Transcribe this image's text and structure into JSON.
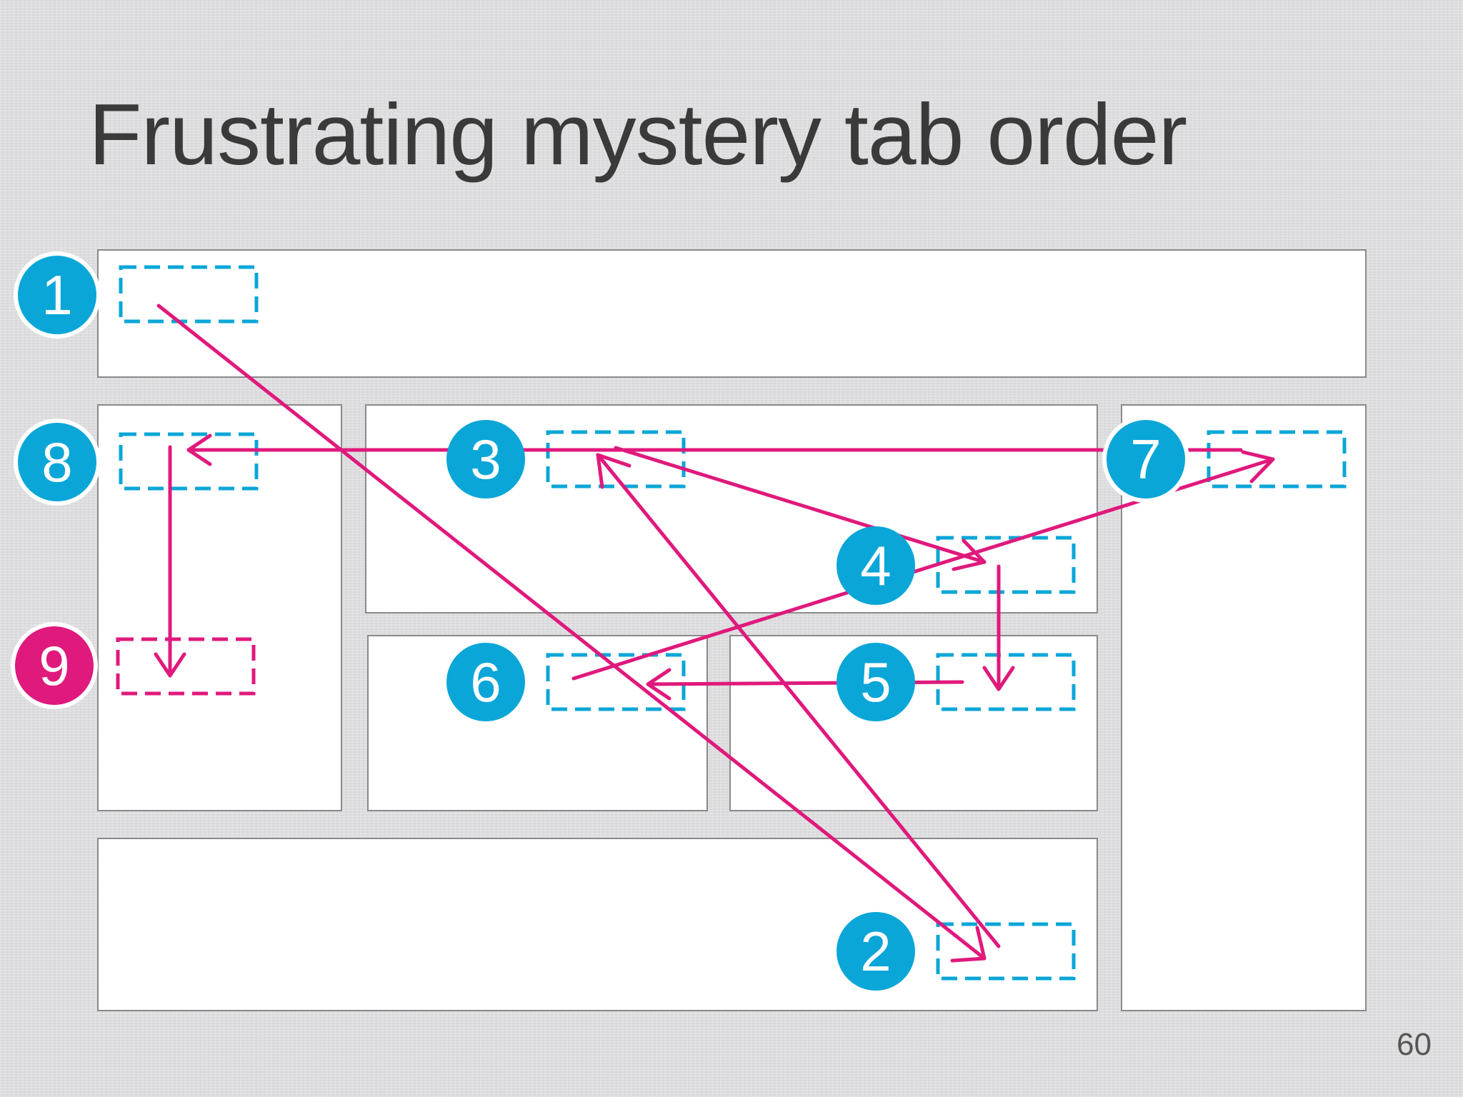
{
  "slide": {
    "title": "Frustrating mystery tab order",
    "page_number": "60"
  },
  "colors": {
    "background": "#e1e1e3",
    "panel_fill": "#ffffff",
    "panel_border": "#8a8a8a",
    "focus_blue": "#0aa6d8",
    "focus_pink": "#e0197c",
    "title_text": "#3a3a3a"
  },
  "diagram": {
    "panels": [
      "header",
      "left-sidebar",
      "main-top",
      "right-sidebar",
      "main-bottom-left",
      "main-bottom-right",
      "footer"
    ],
    "tab_stops": [
      {
        "label": "1",
        "color": "#0aa6d8"
      },
      {
        "label": "2",
        "color": "#0aa6d8"
      },
      {
        "label": "3",
        "color": "#0aa6d8"
      },
      {
        "label": "4",
        "color": "#0aa6d8"
      },
      {
        "label": "5",
        "color": "#0aa6d8"
      },
      {
        "label": "6",
        "color": "#0aa6d8"
      },
      {
        "label": "7",
        "color": "#0aa6d8"
      },
      {
        "label": "8",
        "color": "#0aa6d8"
      },
      {
        "label": "9",
        "color": "#e0197c"
      }
    ],
    "focus_order": [
      "1",
      "2",
      "3",
      "4",
      "5",
      "6",
      "7",
      "8",
      "9"
    ]
  }
}
